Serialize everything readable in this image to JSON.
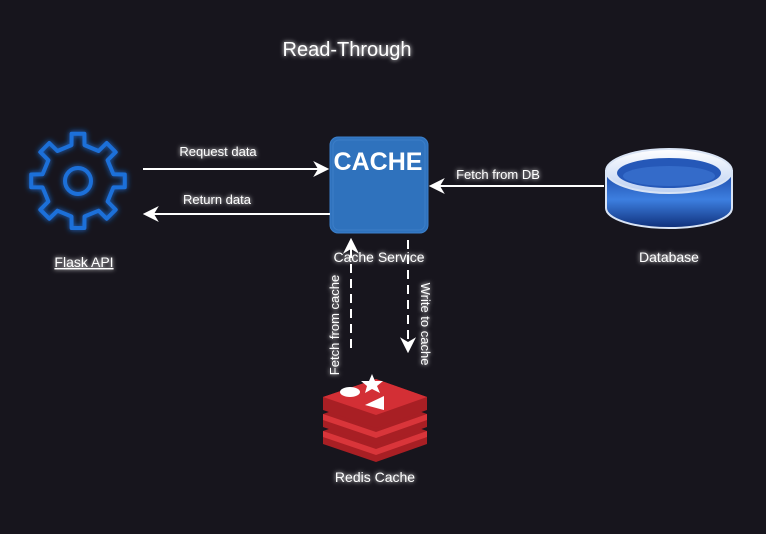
{
  "diagram": {
    "title": "Read-Through",
    "nodes": {
      "flask_api": {
        "label": "Flask API",
        "icon": "gear-icon"
      },
      "cache_service": {
        "label": "Cache Service",
        "box_text": "CACHE",
        "icon": "cache-box-icon"
      },
      "database": {
        "label": "Database",
        "icon": "database-cylinder-icon"
      },
      "redis_cache": {
        "label": "Redis Cache",
        "icon": "redis-logo-icon"
      }
    },
    "edges": {
      "request_data": "Request data",
      "return_data": "Return data",
      "fetch_from_db": "Fetch from DB",
      "fetch_from_cache": "Fetch from cache",
      "write_to_cache": "Write to cache"
    },
    "colors": {
      "background": "#17151d",
      "gear_blue": "#1e6fd9",
      "cache_blue": "#2f72bd",
      "database_blue": "#1b55b5",
      "redis_red": "#c42a2a",
      "arrow": "#ffffff"
    }
  }
}
